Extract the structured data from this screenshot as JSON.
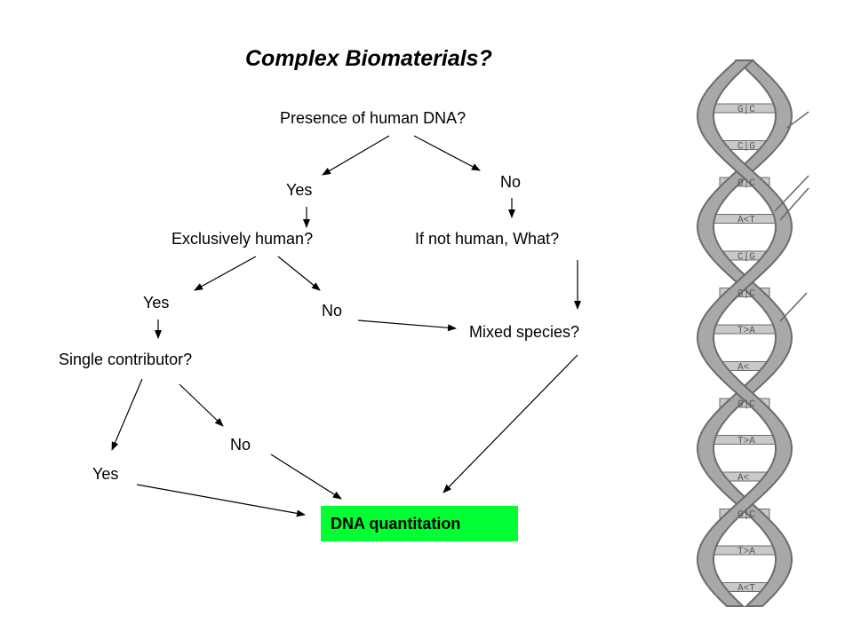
{
  "title": "Complex Biomaterials?",
  "nodes": {
    "presence_dna": "Presence of human DNA?",
    "yes_1": "Yes",
    "no_1": "No",
    "exclusively_human": "Exclusively human?",
    "if_not_human": "If not human, What?",
    "yes_2": "Yes",
    "no_2": "No",
    "mixed_species": "Mixed species?",
    "single_contributor": "Single contributor?",
    "no_3": "No",
    "yes_3": "Yes",
    "dna_quantitation": "DNA quantitation"
  },
  "helix": {
    "base_pairs": [
      "G|C",
      "C|G",
      "G|C",
      "A<T",
      "C|G",
      "G|C",
      "T>A",
      "A<",
      "G|C",
      "T>A",
      "A<",
      "G|C",
      "T>A",
      "A<T"
    ]
  },
  "colors": {
    "result_box": "#00ff33",
    "helix_fill": "#a8a8a8",
    "helix_dark": "#6c6c6c"
  }
}
